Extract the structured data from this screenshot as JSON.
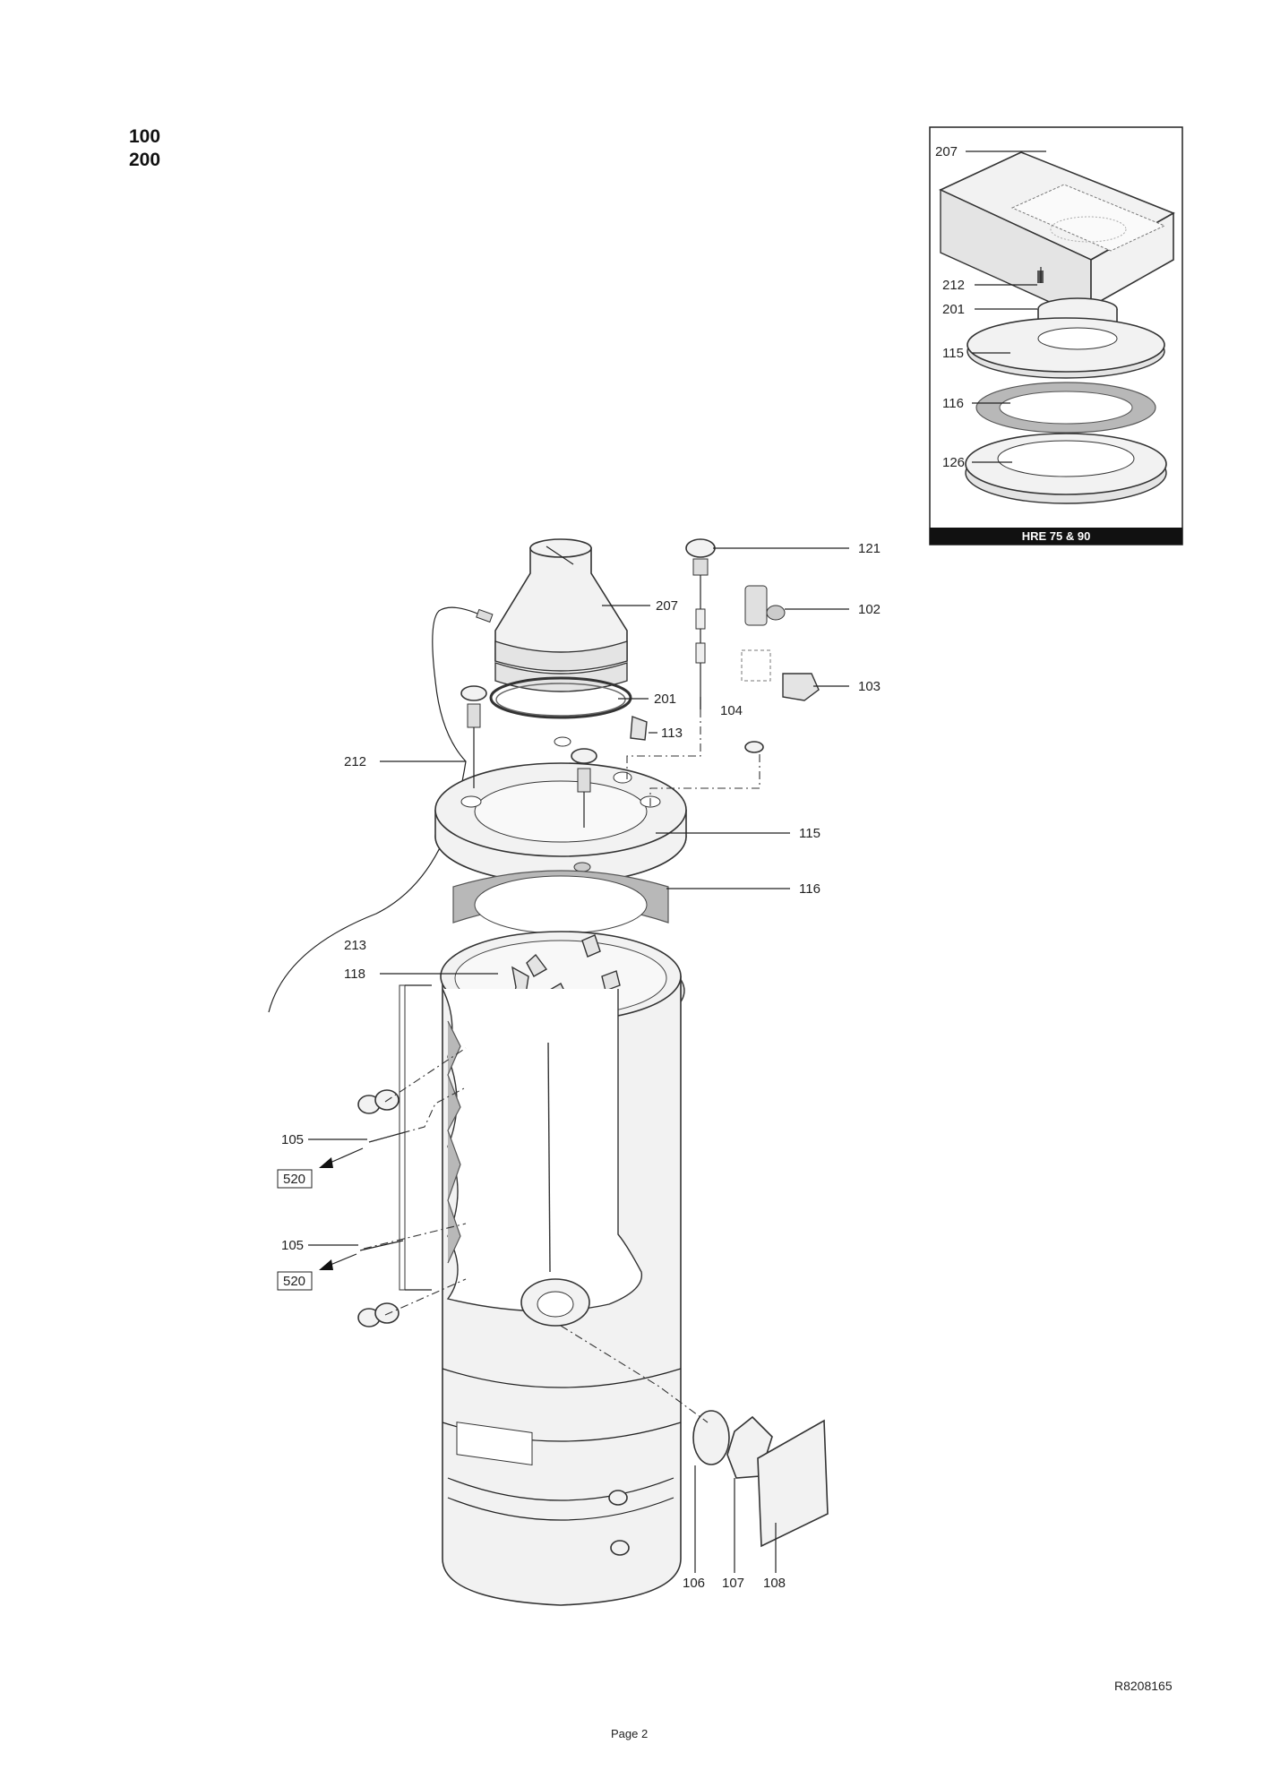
{
  "header": {
    "line1": "100",
    "line2": "200"
  },
  "inset": {
    "title": "HRE 75 & 90",
    "callouts": [
      "207",
      "212",
      "201",
      "115",
      "116",
      "126"
    ]
  },
  "callouts": {
    "c121": "121",
    "c207": "207",
    "c102": "102",
    "c103": "103",
    "c201": "201",
    "c104": "104",
    "c113": "113",
    "c212": "212",
    "c115": "115",
    "c116": "116",
    "c213": "213",
    "c118": "118",
    "c105a": "105",
    "c520a": "520",
    "c105b": "105",
    "c520b": "520",
    "c106": "106",
    "c107": "107",
    "c108": "108"
  },
  "footer": {
    "reference": "R8208165",
    "page": "Page 2"
  }
}
